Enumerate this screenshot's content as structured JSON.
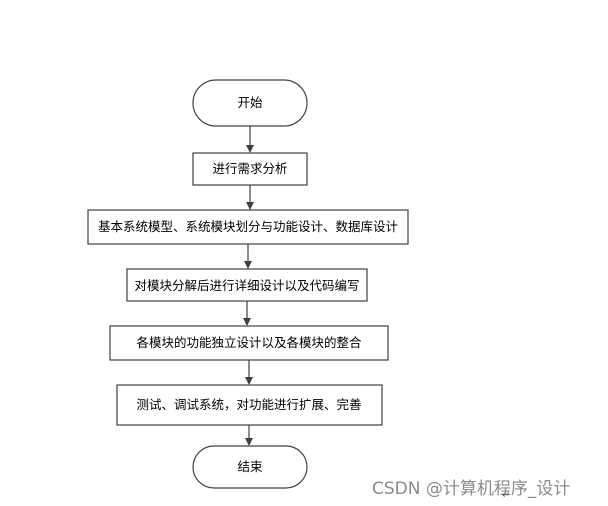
{
  "nodes": {
    "start": "开始",
    "step1": "进行需求分析",
    "step2": "基本系统模型、系统模块划分与功能设计、数据库设计",
    "step3": "对模块分解后进行详细设计以及代码编写",
    "step4": "各模块的功能独立设计以及各模块的整合",
    "step5": "测试、调试系统，对功能进行扩展、完善",
    "end": "结束"
  },
  "watermark": "CSDN @计算机程序_设计",
  "return_mark": "↵",
  "colors": {
    "stroke": "#404040",
    "node_fill": "#ffffff",
    "watermark": "#8a8a8a"
  }
}
